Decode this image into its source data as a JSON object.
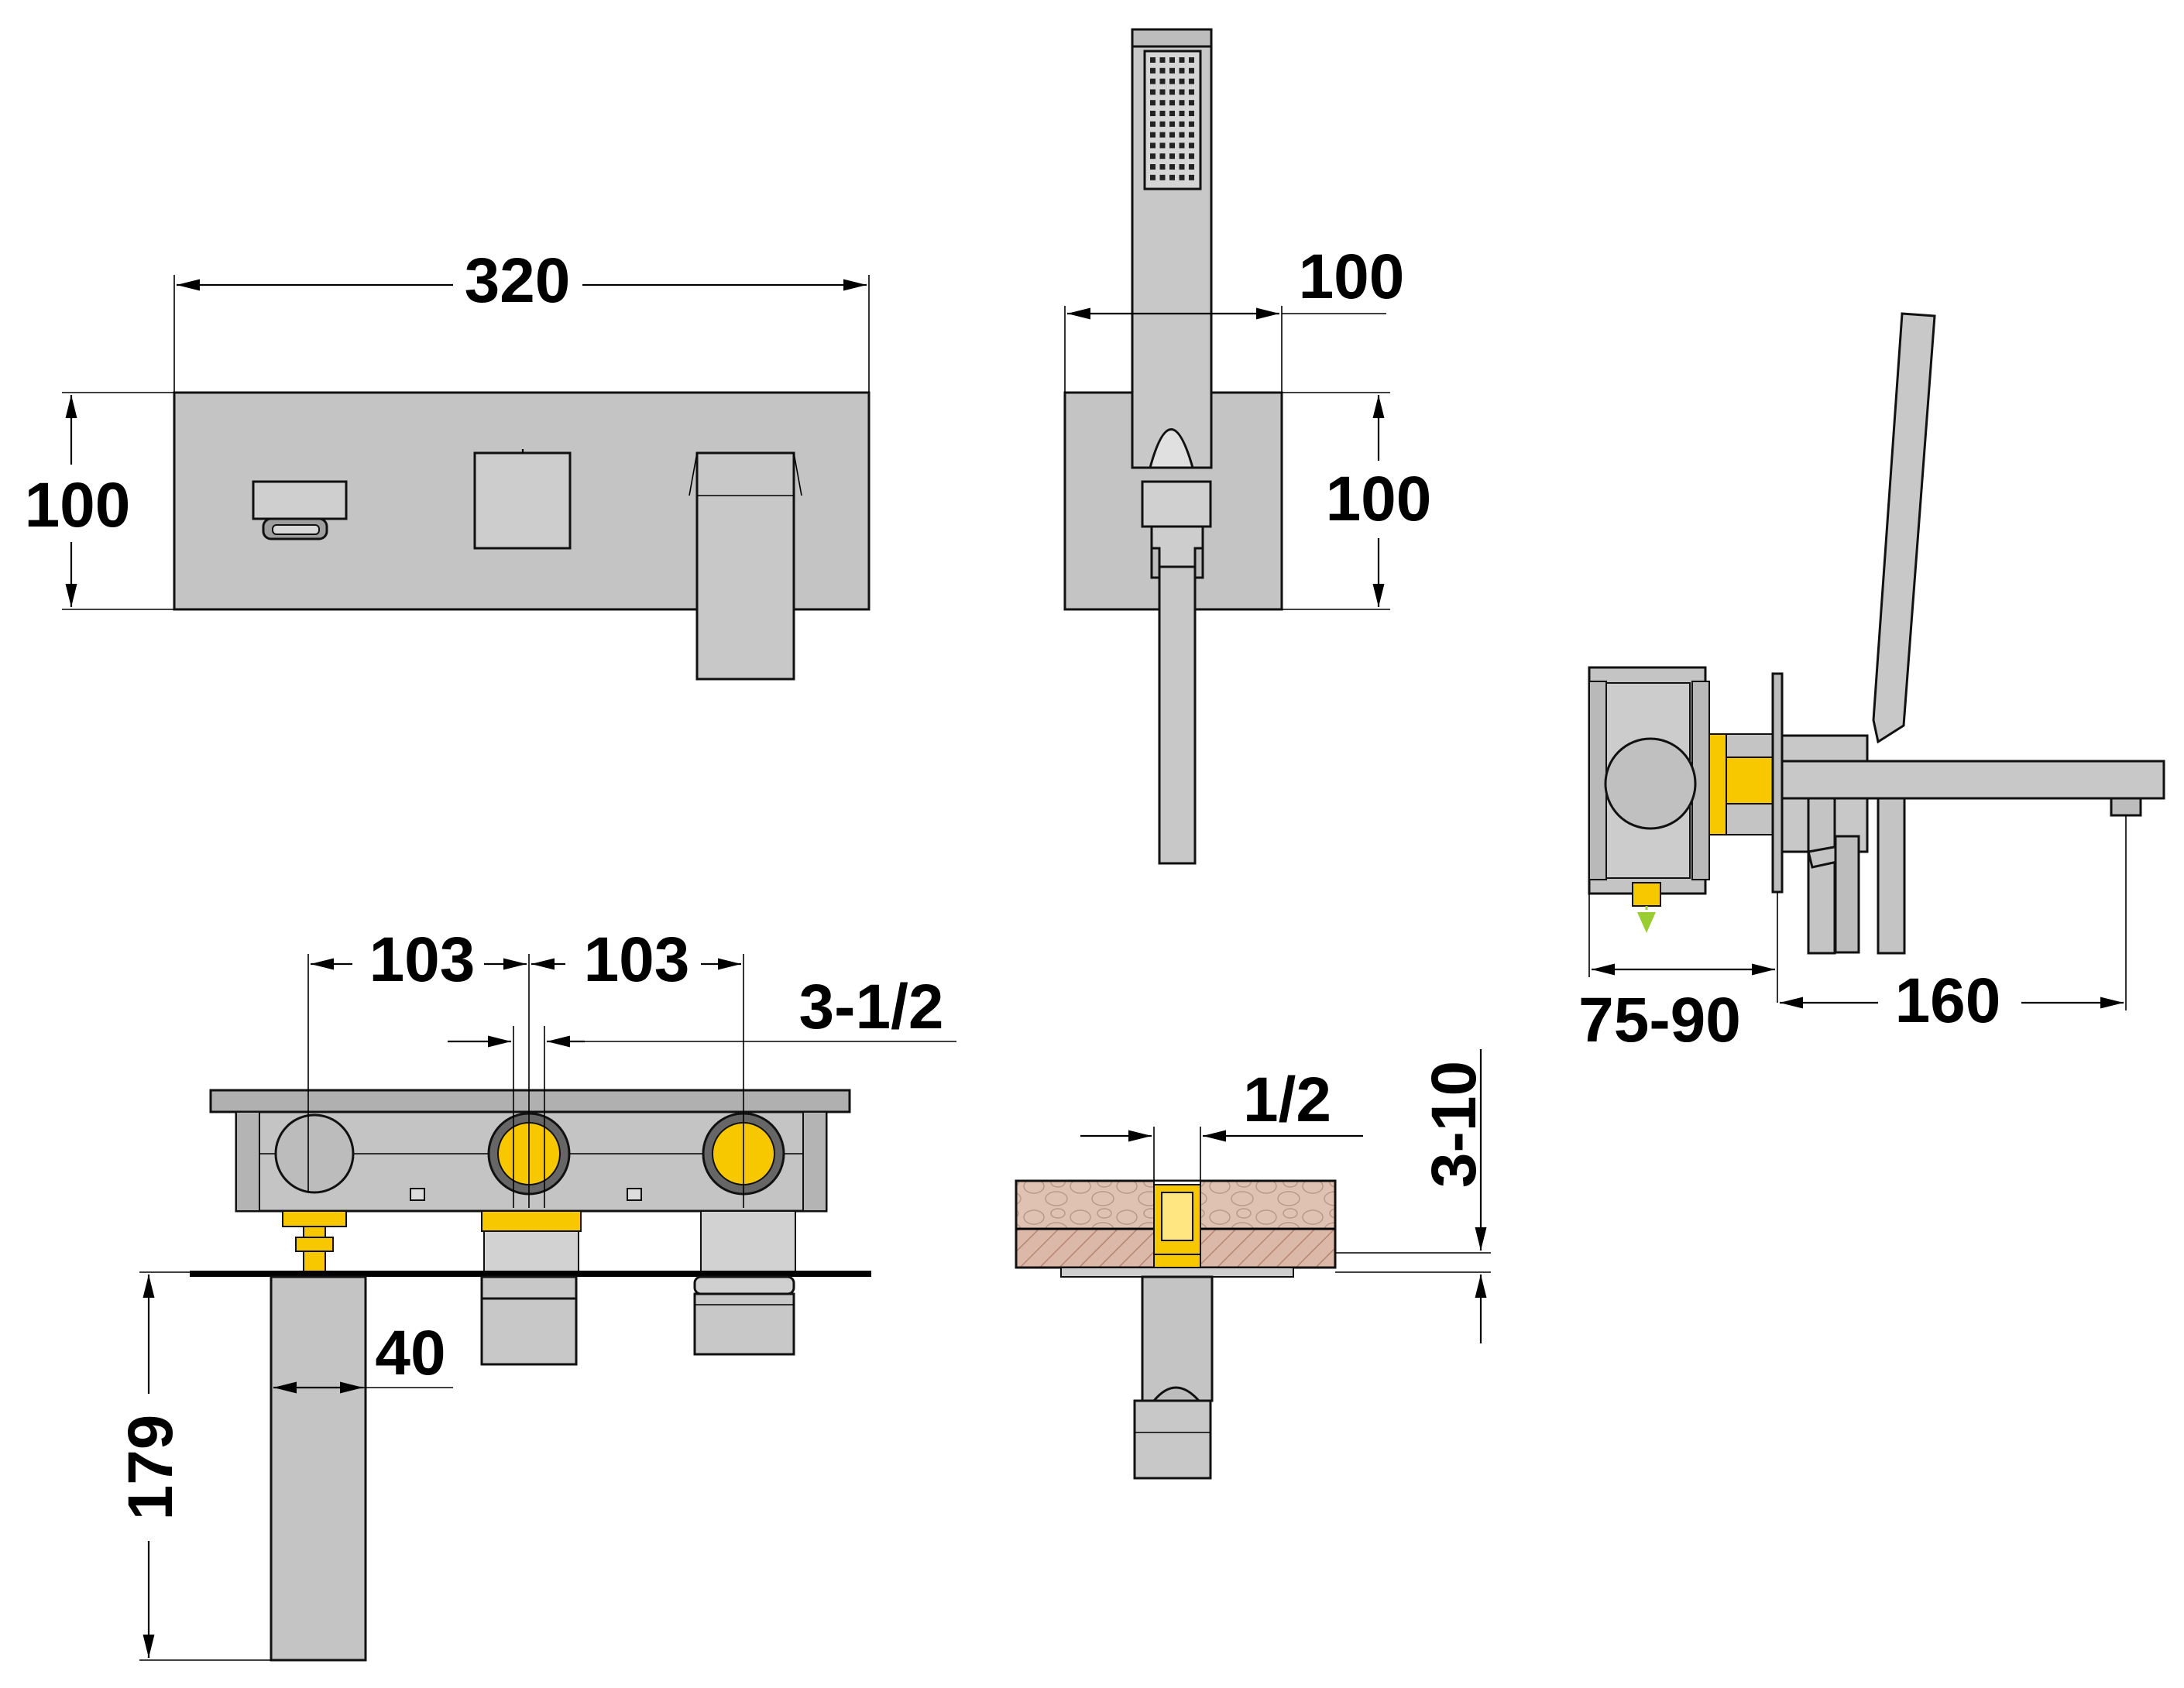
{
  "colors": {
    "metal": "#c4c4c4",
    "metal_light": "#d2d2d2",
    "metal_dark": "#9e9e9e",
    "brass": "#f7c700",
    "wall": "#dcb8a8",
    "wall_hatch": "#c49a86",
    "indicator": "#9acd32",
    "line": "#000000"
  },
  "dimensions": {
    "front_width": "320",
    "front_height": "100",
    "holder_width": "100",
    "holder_height": "100",
    "mount_depth": "75-90",
    "spout_projection": "160",
    "spacing_left": "103",
    "spacing_right": "103",
    "pipe_spacing": "3-1/2",
    "spout_height": "179",
    "spout_width": "40",
    "thread": "1/2",
    "wall_tolerance": "3-10"
  },
  "icons": {
    "hand_shower": "shower-head-icon",
    "thermostat": "valve-icon"
  }
}
